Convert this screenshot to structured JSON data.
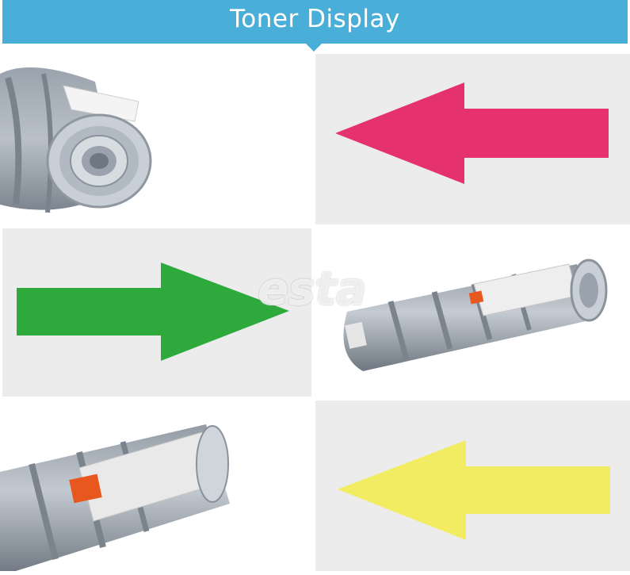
{
  "header": {
    "title": "Toner Display"
  },
  "watermark": {
    "text": "esta"
  },
  "arrows": [
    {
      "direction": "left",
      "color": "#e5326f"
    },
    {
      "direction": "right",
      "color": "#2eaa3d"
    },
    {
      "direction": "left",
      "color": "#f2ec62"
    }
  ]
}
